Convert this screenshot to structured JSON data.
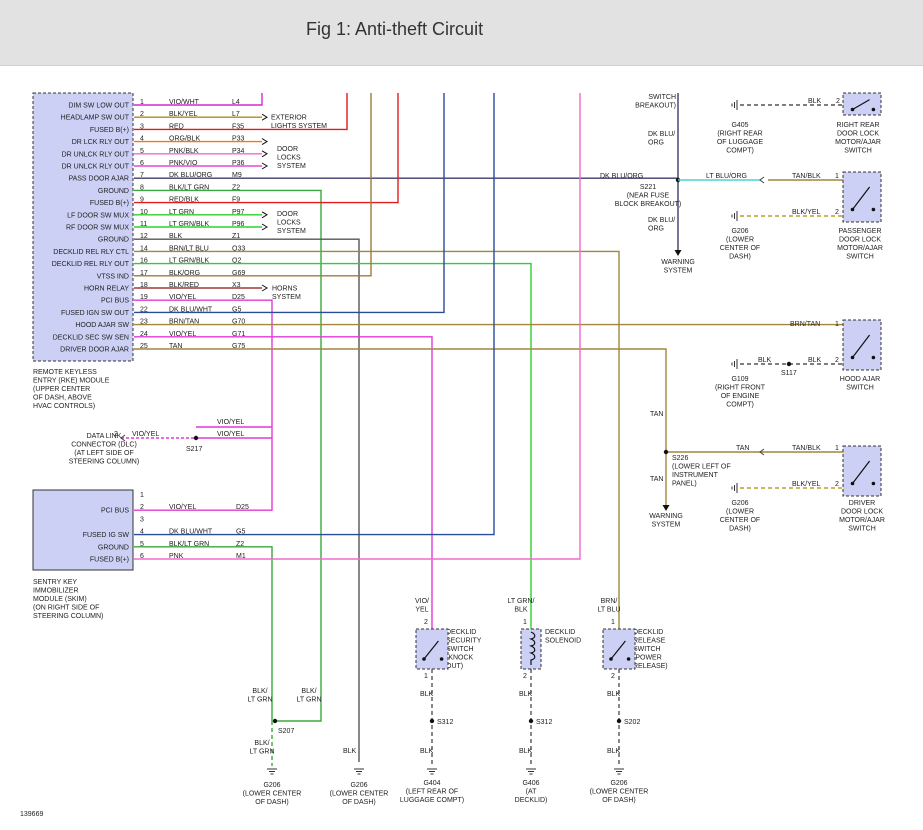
{
  "header": {
    "title": "Fig 1: Anti-theft Circuit"
  },
  "diagram_id": "139669",
  "colors": {
    "VIO/WHT": "#d22ad6",
    "BLK/YEL": "#b58a1b",
    "RED": "#e21c1c",
    "ORG/BLK": "#f07a12",
    "PNK/BLK": "#f06ad0",
    "PNK/VIO": "#e24ad8",
    "DK BLU/ORG": "#3c3c6a",
    "BLK/LT GRN": "#3aa83a",
    "RED/BLK": "#e21c1c",
    "LT GRN": "#2ed02e",
    "LT GRN/BLK": "#2ed02e",
    "BLK": "#555555",
    "BRN/LT BLU": "#9b8a3c",
    "BLK/ORG": "#9b7a3c",
    "BLK/RED": "#9b3a3a",
    "VIO/YEL": "#e13ad8",
    "DK BLU/WHT": "#2a4a9a",
    "BRN/TAN": "#a3863e",
    "TAN": "#a3863e",
    "PNK": "#f06ad0",
    "LT BLU/ORG": "#4ad2d2",
    "TAN/BLK": "#a3863e",
    "BLK/YEL_gnd": "#b5a02a"
  },
  "rke_module": {
    "pins": [
      {
        "n": "1",
        "name": "DIM SW LOW OUT",
        "wire": "VIO/WHT",
        "circuit": "L4"
      },
      {
        "n": "2",
        "name": "HEADLAMP SW OUT",
        "wire": "BLK/YEL",
        "circuit": "L7"
      },
      {
        "n": "3",
        "name": "FUSED B(+)",
        "wire": "RED",
        "circuit": "F35"
      },
      {
        "n": "4",
        "name": "DR LCK RLY OUT",
        "wire": "ORG/BLK",
        "circuit": "P33"
      },
      {
        "n": "5",
        "name": "DR UNLCK RLY OUT",
        "wire": "PNK/BLK",
        "circuit": "P34"
      },
      {
        "n": "6",
        "name": "DR UNLCK RLY OUT",
        "wire": "PNK/VIO",
        "circuit": "P36"
      },
      {
        "n": "7",
        "name": "PASS DOOR AJAR",
        "wire": "DK BLU/ORG",
        "circuit": "M9"
      },
      {
        "n": "8",
        "name": "GROUND",
        "wire": "BLK/LT GRN",
        "circuit": "Z2"
      },
      {
        "n": "9",
        "name": "FUSED B(+)",
        "wire": "RED/BLK",
        "circuit": "F9"
      },
      {
        "n": "10",
        "name": "LF DOOR SW MUX",
        "wire": "LT GRN",
        "circuit": "P97"
      },
      {
        "n": "11",
        "name": "RF DOOR SW MUX",
        "wire": "LT GRN/BLK",
        "circuit": "P96"
      },
      {
        "n": "12",
        "name": "GROUND",
        "wire": "BLK",
        "circuit": "Z1"
      },
      {
        "n": "14",
        "name": "DECKLID REL RLY CTL",
        "wire": "BRN/LT BLU",
        "circuit": "Q33"
      },
      {
        "n": "16",
        "name": "DECKLID REL RLY OUT",
        "wire": "LT GRN/BLK",
        "circuit": "Q2"
      },
      {
        "n": "17",
        "name": "VTSS IND",
        "wire": "BLK/ORG",
        "circuit": "G69"
      },
      {
        "n": "18",
        "name": "HORN RELAY",
        "wire": "BLK/RED",
        "circuit": "X3"
      },
      {
        "n": "19",
        "name": "PCI BUS",
        "wire": "VIO/YEL",
        "circuit": "D25"
      },
      {
        "n": "22",
        "name": "FUSED IGN SW OUT",
        "wire": "DK BLU/WHT",
        "circuit": "G5"
      },
      {
        "n": "23",
        "name": "HOOD AJAR SW",
        "wire": "BRN/TAN",
        "circuit": "G70"
      },
      {
        "n": "24",
        "name": "DECKLID SEC SW SEN",
        "wire": "VIO/YEL",
        "circuit": "G71"
      },
      {
        "n": "25",
        "name": "DRIVER DOOR AJAR",
        "wire": "TAN",
        "circuit": "G75"
      }
    ],
    "caption": [
      "REMOTE KEYLESS",
      "ENTRY (RKE) MODULE",
      "(UPPER CENTER",
      "OF DASH, ABOVE",
      "HVAC CONTROLS)"
    ]
  },
  "skim_module": {
    "pins": [
      {
        "n": "1",
        "name": "",
        "wire": "",
        "circuit": ""
      },
      {
        "n": "2",
        "name": "PCI BUS",
        "wire": "VIO/YEL",
        "circuit": "D25"
      },
      {
        "n": "3",
        "name": "",
        "wire": "",
        "circuit": ""
      },
      {
        "n": "4",
        "name": "FUSED IG SW",
        "wire": "DK BLU/WHT",
        "circuit": "G5"
      },
      {
        "n": "5",
        "name": "GROUND",
        "wire": "BLK/LT GRN",
        "circuit": "Z2"
      },
      {
        "n": "6",
        "name": "FUSED B(+)",
        "wire": "PNK",
        "circuit": "M1"
      }
    ],
    "caption": [
      "SENTRY KEY",
      "IMMOBILIZER",
      "MODULE (SKIM)",
      "(ON RIGHT SIDE OF",
      "STEERING COLUMN)"
    ]
  },
  "arrow_labels": {
    "exterior": [
      "EXTERIOR",
      "LIGHTS SYSTEM"
    ],
    "door_locks_1": [
      "DOOR",
      "LOCKS",
      "SYSTEM"
    ],
    "door_locks_2": [
      "DOOR",
      "LOCKS",
      "SYSTEM"
    ],
    "horns": [
      "HORNS",
      "SYSTEM"
    ]
  },
  "dlc": {
    "label": [
      "DATA LINK",
      "CONNECTOR (DLC)",
      "(AT LEFT SIDE OF",
      "STEERING COLUMN)"
    ],
    "pin": "2",
    "wire": "VIO/YEL",
    "splice": "S217",
    "wire_up": "VIO/YEL",
    "wire_down": "VIO/YEL"
  },
  "top_right": {
    "switch_breakout": [
      "SWITCH",
      "BREAKOUT)"
    ],
    "wire_a": [
      "DK BLU/",
      "ORG"
    ],
    "wire_b": [
      "DK BLU/",
      "ORG"
    ],
    "dk_blu_org": "DK BLU/ORG",
    "s221": [
      "S221",
      "(NEAR FUSE",
      "BLOCK BREAKOUT)"
    ],
    "warning": [
      "WARNING",
      "SYSTEM"
    ],
    "lt_blu_org": "LT BLU/ORG"
  },
  "right_rear": {
    "ground_label": [
      "G405",
      "(RIGHT REAR",
      "OF LUGGAGE",
      "COMPT)"
    ],
    "wire": "BLK",
    "pin": "2",
    "caption": [
      "RIGHT REAR",
      "DOOR LOCK",
      "MOTOR/AJAR",
      "SWITCH"
    ]
  },
  "passenger": {
    "wire_in": "TAN/BLK",
    "pin_in": "1",
    "wire_gnd": "BLK/YEL",
    "pin_gnd": "2",
    "ground_label": [
      "G206",
      "(LOWER",
      "CENTER OF",
      "DASH)"
    ],
    "caption": [
      "PASSENGER",
      "DOOR LOCK",
      "MOTOR/AJAR",
      "SWITCH"
    ]
  },
  "hood": {
    "wire_in": "BRN/TAN",
    "pin_in": "1",
    "wire_gnd": "BLK",
    "pin_gnd": "2",
    "ground_wire": "BLK",
    "splice": "S117",
    "ground_label": [
      "G109",
      "(RIGHT FRONT",
      "OF ENGINE",
      "COMPT)"
    ],
    "caption": [
      "HOOD AJAR",
      "SWITCH"
    ]
  },
  "driver": {
    "tan_down": "TAN",
    "s226": [
      "S226",
      "(LOWER LEFT OF",
      "INSTRUMENT",
      "PANEL)"
    ],
    "tan_a": "TAN",
    "tan_b": "TAN/BLK",
    "pin_in": "1",
    "tan_c": "TAN",
    "warning": [
      "WARNING",
      "SYSTEM"
    ],
    "wire_gnd": "BLK/YEL",
    "pin_gnd": "2",
    "ground_label": [
      "G206",
      "(LOWER",
      "CENTER OF",
      "DASH)"
    ],
    "caption": [
      "DRIVER",
      "DOOR LOCK",
      "MOTOR/AJAR",
      "SWITCH"
    ]
  },
  "decklid_security": {
    "wire_top": [
      "VIO/",
      "YEL"
    ],
    "pin_top": "2",
    "pin_bot": "1",
    "name": [
      "DECKLID",
      "SECURITY",
      "SWITCH",
      "(KNOCK",
      "OUT)"
    ],
    "wire_bot": "BLK",
    "splice": "S312",
    "wire_gnd": "BLK",
    "ground_label": [
      "G404",
      "(LEFT REAR OF",
      "LUGGAGE COMPT)"
    ]
  },
  "decklid_solenoid": {
    "wire_top": [
      "LT GRN/",
      "BLK"
    ],
    "pin_top": "1",
    "pin_bot": "2",
    "name": [
      "DECKLID",
      "SOLENOID"
    ],
    "wire_bot": "BLK",
    "splice": "S312",
    "wire_gnd": "BLK",
    "ground_label": [
      "G406",
      "(AT",
      "DECKLID)"
    ]
  },
  "decklid_release": {
    "wire_top": [
      "BRN/",
      "LT BLU"
    ],
    "pin_top": "1",
    "pin_bot": "2",
    "name": [
      "DECKLID",
      "RELEASE",
      "SWITCH",
      "(POWER",
      "RELEASE)"
    ],
    "wire_bot": "BLK",
    "splice": "S202",
    "wire_gnd": "BLK",
    "ground_label": [
      "G206",
      "(LOWER CENTER",
      "OF DASH)"
    ]
  },
  "bottom_left": {
    "wire_a": [
      "BLK/",
      "LT GRN"
    ],
    "wire_b": [
      "BLK/",
      "LT GRN"
    ],
    "splice": "S207",
    "wire_c": [
      "BLK/",
      "LT GRN"
    ],
    "ground_1": [
      "G206",
      "(LOWER CENTER",
      "OF DASH)"
    ],
    "wire_d": "BLK",
    "ground_2": [
      "G206",
      "(LOWER CENTER",
      "OF DASH)"
    ]
  }
}
